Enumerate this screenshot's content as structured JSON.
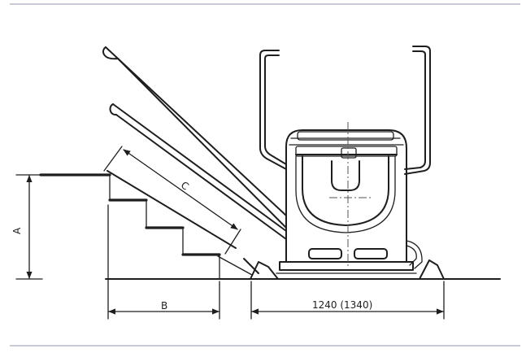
{
  "colors": {
    "ink": "#1e1e1e",
    "top_rule": "#c9cbd6",
    "bottom_rule": "#c9cbd6",
    "background": "#ffffff"
  },
  "dimensions": {
    "a_label": "A",
    "b_label": "B",
    "c_label": "C",
    "width_label": "1240 (1340)"
  }
}
